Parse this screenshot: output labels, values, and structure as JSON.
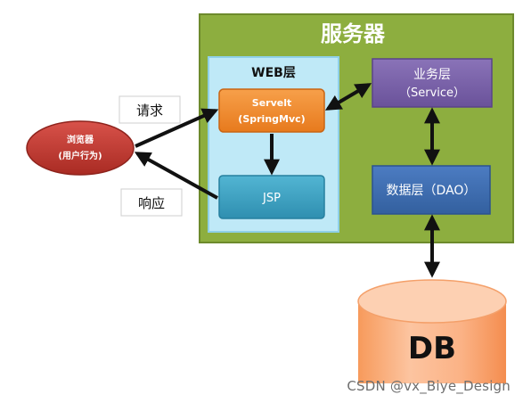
{
  "server": {
    "title": "服务器"
  },
  "web_layer": {
    "title": "WEB层",
    "servlet_line1": "Servelt",
    "servlet_line2": "(SpringMvc)",
    "jsp": "JSP"
  },
  "service_layer": {
    "line1": "业务层",
    "line2": "（Service）"
  },
  "dao_layer": {
    "label": "数据层（DAO）"
  },
  "database": {
    "label": "DB"
  },
  "browser": {
    "line1": "浏览器",
    "line2": "(用户行为)"
  },
  "labels": {
    "request": "请求",
    "response": "响应"
  },
  "watermark": "CSDN @vx_Biye_Design",
  "colors": {
    "server_fill": "#8dae3f",
    "server_border": "#6d8a2c",
    "web_fill": "#bfe9f7",
    "servlet_fill": "#f08a2a",
    "jsp_fill": "#3fa6c6",
    "service_fill": "#7b63aa",
    "dao_fill": "#3f6fb6",
    "browser_fill": "#c0392b",
    "db_fill": "#fbb68a"
  }
}
